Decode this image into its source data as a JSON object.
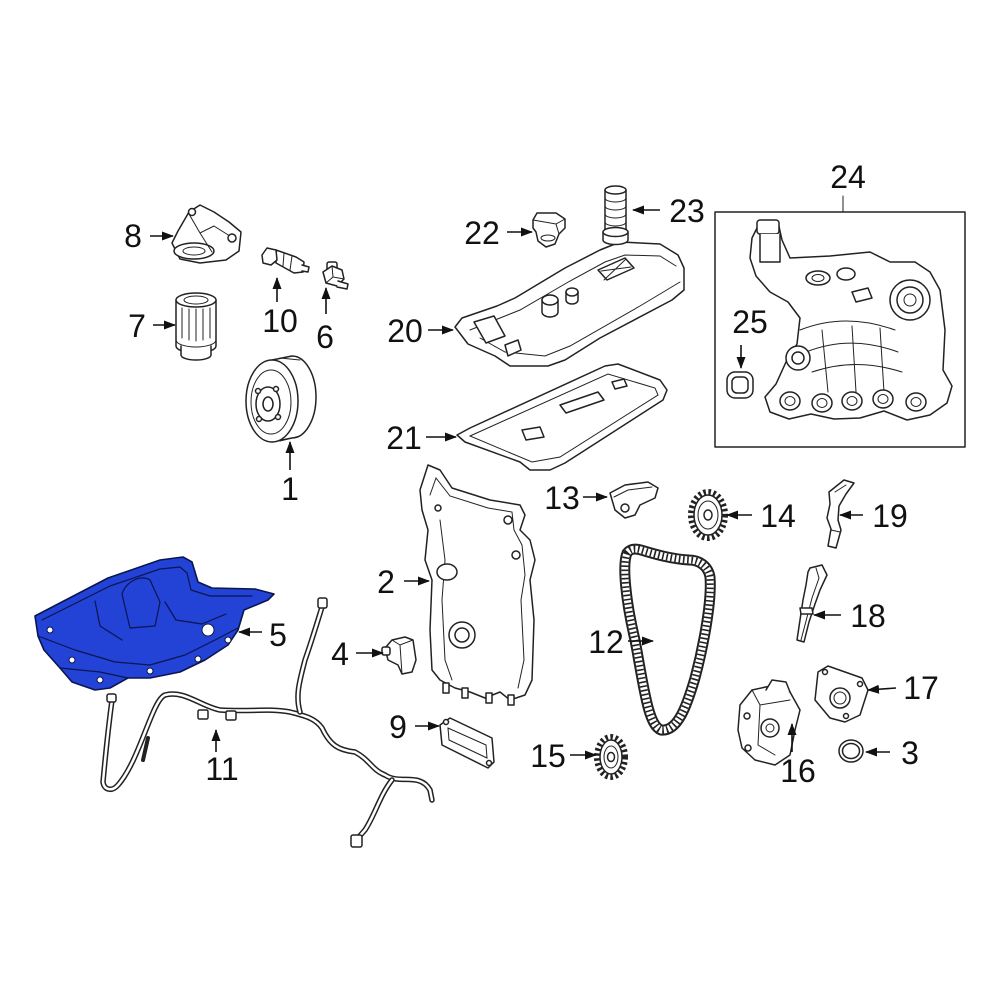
{
  "labels": {
    "n1": "1",
    "n2": "2",
    "n3": "3",
    "n4": "4",
    "n5": "5",
    "n6": "6",
    "n7": "7",
    "n8": "8",
    "n9": "9",
    "n10": "10",
    "n11": "11",
    "n12": "12",
    "n13": "13",
    "n14": "14",
    "n15": "15",
    "n16": "16",
    "n17": "17",
    "n18": "18",
    "n19": "19",
    "n20": "20",
    "n21": "21",
    "n22": "22",
    "n23": "23",
    "n24": "24",
    "n25": "25"
  },
  "colors": {
    "background": "#ffffff",
    "line": "#222222",
    "highlight": "#2342d6"
  }
}
